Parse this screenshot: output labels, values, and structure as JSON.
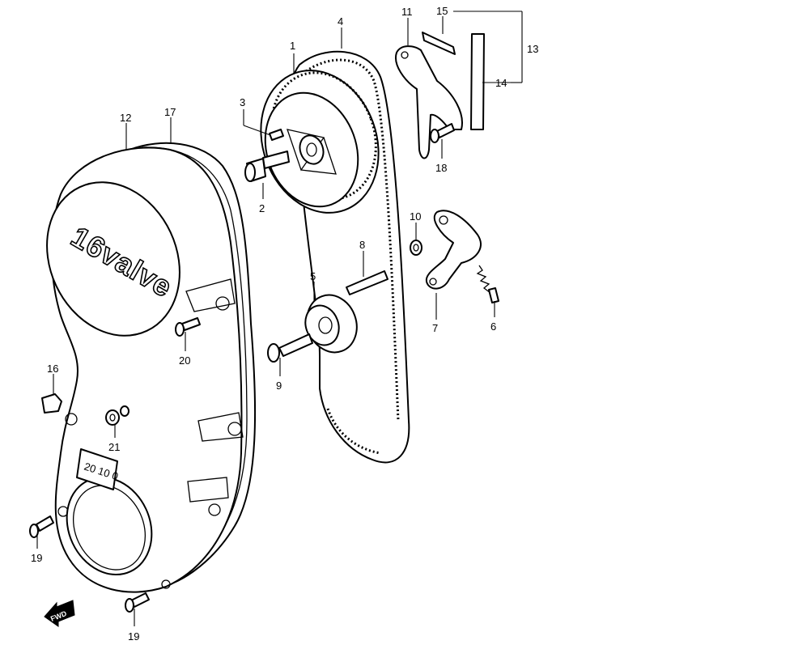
{
  "cover_marking": "16valve",
  "fwd_marker": "FWD",
  "timing_marks": "20 10 0",
  "callouts": {
    "c1": "1",
    "c2": "2",
    "c3": "3",
    "c4": "4",
    "c5": "5",
    "c6": "6",
    "c7": "7",
    "c8": "8",
    "c9": "9",
    "c10": "10",
    "c11": "11",
    "c12": "12",
    "c13": "13",
    "c14": "14",
    "c15": "15",
    "c16": "16",
    "c17": "17",
    "c18": "18",
    "c19a": "19",
    "c19b": "19",
    "c20": "20",
    "c21": "21"
  }
}
